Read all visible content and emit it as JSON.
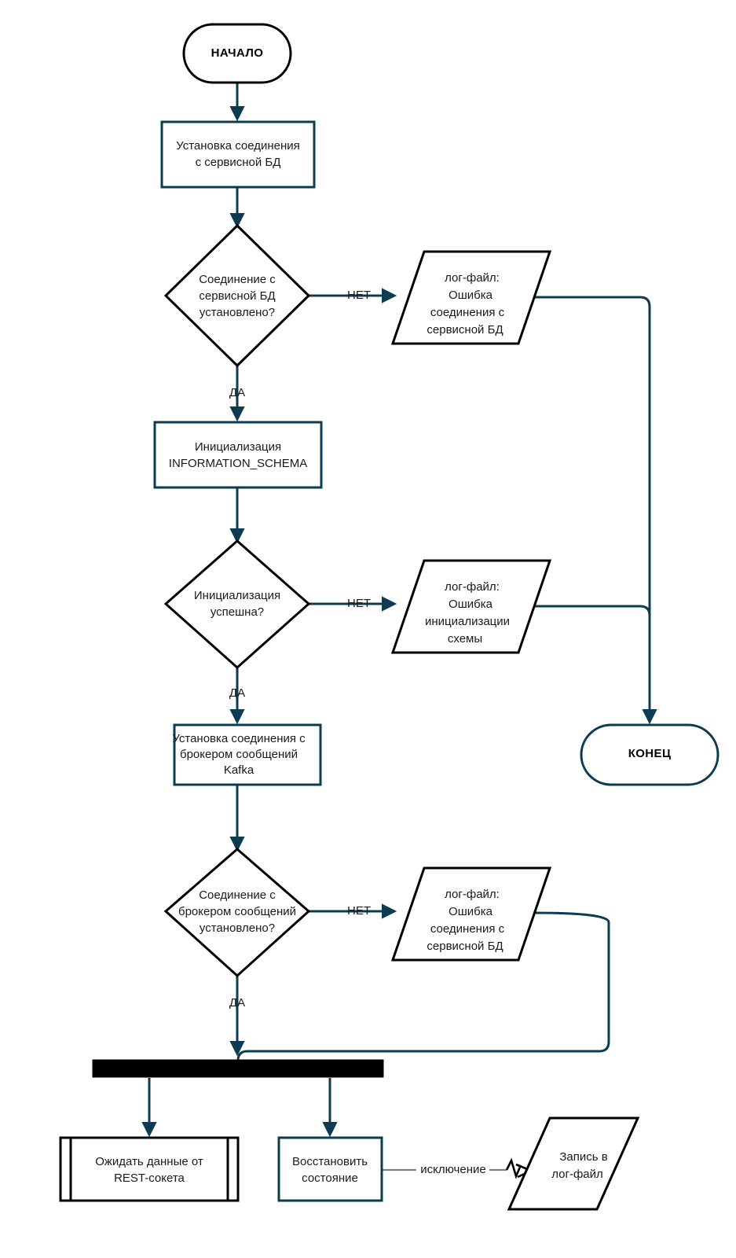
{
  "diagram": {
    "title_text": "",
    "language": "ru",
    "colors": {
      "connector": "#0d3c52",
      "process_border": "#0d3c52",
      "decision_border": "#000000",
      "document_border": "#000000",
      "fork_bar": "#000000",
      "exception_connector": "#808080",
      "background": "#ffffff",
      "text": "#1a1a1a"
    }
  },
  "nodes": {
    "start": {
      "label": "НАЧАЛО",
      "shape": "terminator"
    },
    "end": {
      "label": "КОНЕЦ",
      "shape": "terminator"
    },
    "connect_service_db": {
      "label_line1": "Установка соединения",
      "label_line2": "с сервисной БД",
      "shape": "process"
    },
    "decision_service_db": {
      "label_line1": "Соединение с",
      "label_line2": "сервисной БД",
      "label_line3": "установлено?",
      "shape": "decision"
    },
    "log_service_db_error": {
      "label_line1": "лог-файл:",
      "label_line2": "Ошибка",
      "label_line3": "соединения с",
      "label_line4": "сервисной БД",
      "shape": "document"
    },
    "init_schema": {
      "label_line1": "Инициализация",
      "label_line2": "INFORMATION_SCHEMA",
      "shape": "process"
    },
    "decision_init": {
      "label_line1": "Инициализация",
      "label_line2": "успешна?",
      "shape": "decision"
    },
    "log_init_error": {
      "label_line1": "лог-файл:",
      "label_line2": "Ошибка",
      "label_line3": "инициализации",
      "label_line4": "схемы",
      "shape": "document"
    },
    "connect_kafka": {
      "label_line1": "Установка соединения с",
      "label_line2": "брокером сообщений",
      "label_line3": "Kafka",
      "shape": "process"
    },
    "decision_kafka": {
      "label_line1": "Соединение с",
      "label_line2": "брокером сообщений",
      "label_line3": "установлено?",
      "shape": "decision"
    },
    "log_kafka_error": {
      "label_line1": "лог-файл:",
      "label_line2": "Ошибка",
      "label_line3": "соединения с",
      "label_line4": "сервисной БД",
      "shape": "document"
    },
    "fork_bar": {
      "label": "",
      "shape": "fork"
    },
    "wait_rest": {
      "label_line1": "Ожидать данные от",
      "label_line2": "REST-сокета",
      "shape": "predefined-process"
    },
    "restore_state": {
      "label_line1": "Восстановить",
      "label_line2": "состояние",
      "shape": "process"
    },
    "write_log": {
      "label_line1": "Запись в",
      "label_line2": "лог-файл",
      "shape": "document"
    }
  },
  "edge_labels": {
    "no_1": "НЕТ",
    "yes_1": "ДА",
    "no_2": "НЕТ",
    "yes_2": "ДА",
    "no_3": "НЕТ",
    "yes_3": "ДА",
    "exception": "исключение"
  }
}
